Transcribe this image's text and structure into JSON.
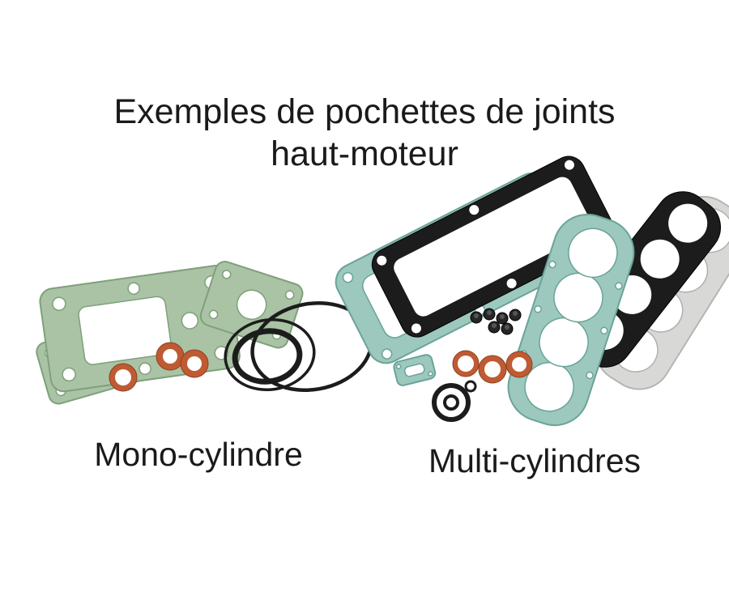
{
  "title": {
    "line1": "Exemples de pochettes de joints",
    "line2": "haut-moteur"
  },
  "labels": {
    "left": "Mono-cylindre",
    "right": "Multi-cylindres"
  },
  "colors": {
    "background": "#ffffff",
    "text": "#1a1a1a",
    "green_gasket": "#a9c3a4",
    "green_gasket_edge": "#7fa07c",
    "teal_gasket": "#9cc8bd",
    "teal_gasket_edge": "#6ba399",
    "copper": "#bf5b33",
    "rubber_black": "#1c1c1c",
    "metal_grey": "#d8d8d6"
  }
}
